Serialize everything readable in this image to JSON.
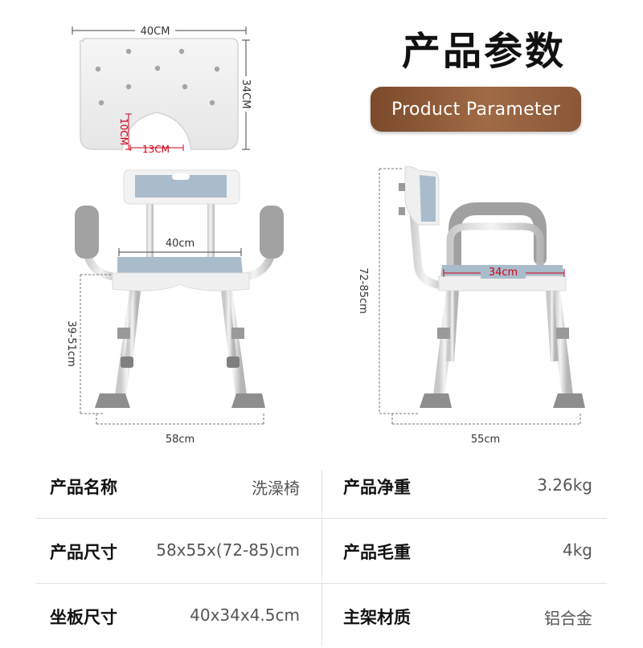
{
  "title_cn": "产品参数",
  "title_en": "Product Parameter",
  "dimensions": {
    "seat_width_top": "40CM",
    "seat_depth_top": "34CM",
    "cutout_depth": "10CM",
    "cutout_width": "13CM",
    "front_seat_width": "40cm",
    "front_height": "39-51cm",
    "front_width": "58cm",
    "side_height": "72-85cm",
    "side_seat_depth": "34cm",
    "side_depth": "55cm"
  },
  "specs": [
    {
      "label_left": "产品名称",
      "value_left": "洗澡椅",
      "label_right": "产品净重",
      "value_right": "3.26kg"
    },
    {
      "label_left": "产品尺寸",
      "value_left": "58x55x(72-85)cm",
      "label_right": "产品毛重",
      "value_right": "4kg"
    },
    {
      "label_left": "坐板尺寸",
      "value_left": "40x34x4.5cm",
      "label_right": "主架材质",
      "value_right": "铝合金"
    }
  ],
  "colors": {
    "accent": "#8a5838",
    "dim_red": "#d0021b",
    "seat_blue": "#a9bccb",
    "leg_gray": "#9a9a9a"
  }
}
